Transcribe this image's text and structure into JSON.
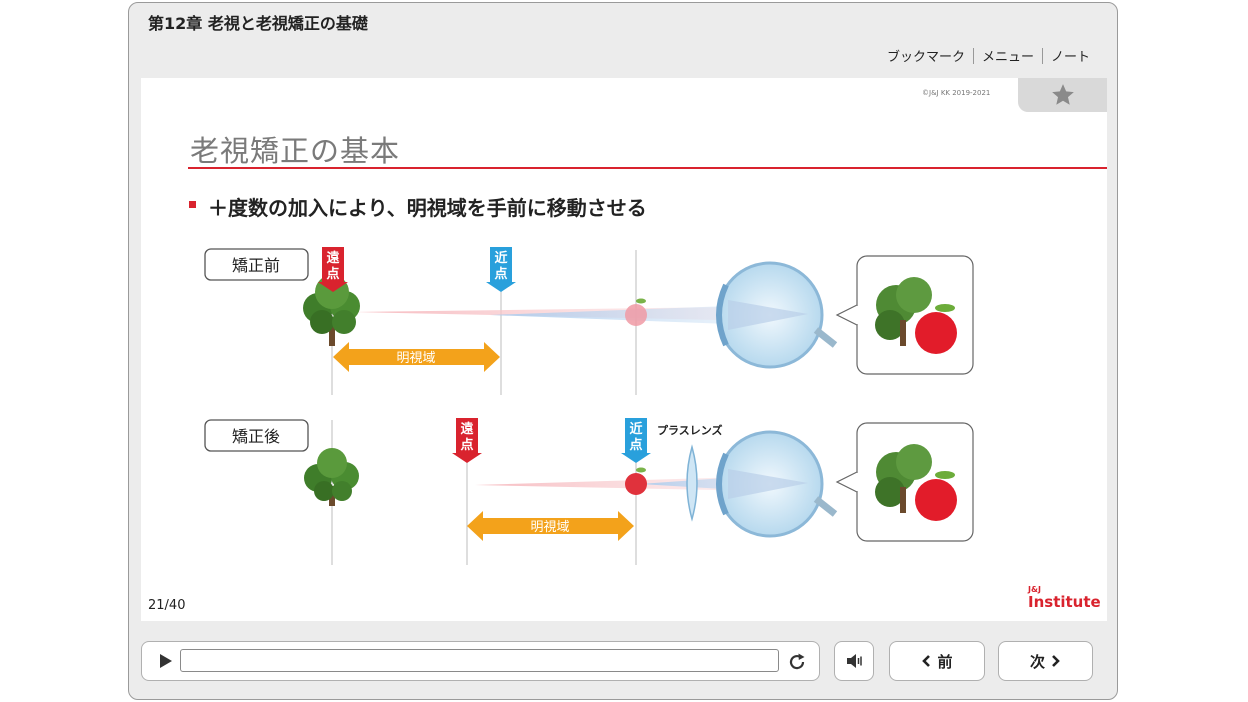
{
  "header": {
    "chapter_title": "第12章 老視と老視矯正の基礎"
  },
  "topnav": {
    "bookmark": "ブックマーク",
    "menu": "メニュー",
    "note": "ノート"
  },
  "slide": {
    "copyright": "©J&J KK 2019-2021",
    "title": "老視矯正の基本",
    "bullet": "＋度数の加入により、明視域を手前に移動させる",
    "before_label": "矯正前",
    "after_label": "矯正後",
    "far_point": [
      "遠",
      "点"
    ],
    "near_point": [
      "近",
      "点"
    ],
    "clear_zone": "明視域",
    "plus_lens": "プラスレンズ",
    "page": "21/40",
    "logo_top": "J&J",
    "logo_main": "Institute"
  },
  "controls": {
    "prev": "前",
    "next": "次"
  },
  "colors": {
    "accent_red": "#d9232e",
    "near_blue": "#29a0dc",
    "zone_orange": "#f3a21b",
    "frame_gray": "#ececec"
  },
  "icons": {
    "bookmark": "star-icon",
    "play": "play-icon",
    "replay": "replay-icon",
    "audio": "speaker-icon",
    "prev": "chevron-left-icon",
    "next": "chevron-right-icon"
  }
}
